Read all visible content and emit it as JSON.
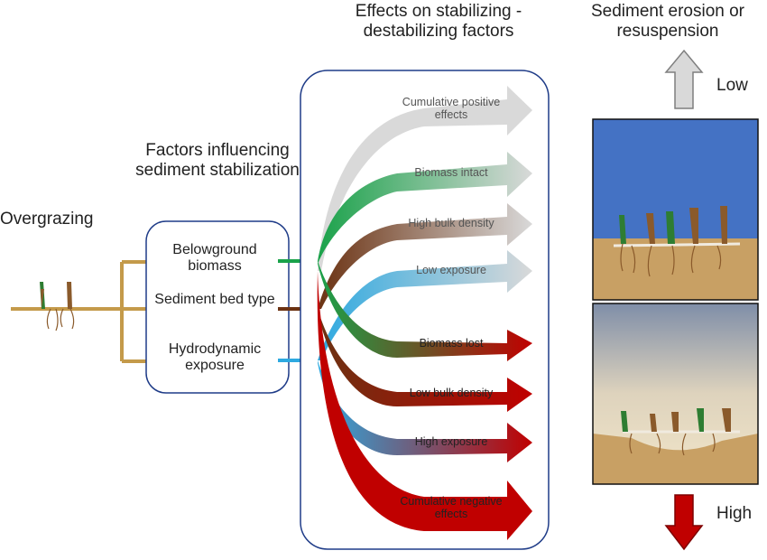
{
  "overgrazing": "Overgrazing",
  "factors_title": "Factors influencing sediment stabilization",
  "factors": [
    {
      "label": "Belowground biomass",
      "color": "#1aa24a"
    },
    {
      "label": "Sediment bed type",
      "color": "#6b3212"
    },
    {
      "label": "Hydrodynamic exposure",
      "color": "#2ea9e0"
    }
  ],
  "effects_title": "Effects on stabilizing - destabilizing factors",
  "positive_effects": [
    "Cumulative positive effects",
    "Biomass intact",
    "High bulk density",
    "Low exposure"
  ],
  "negative_effects": [
    "Biomass lost",
    "Low bulk density",
    "High exposure",
    "Cumulative negative effects"
  ],
  "erosion_title": "Sediment erosion or resuspension",
  "erosion_low": "Low",
  "erosion_high": "High",
  "colors": {
    "positive_arrow": "#d9d9d9",
    "negative_arrow": "#c00000",
    "water": "#4472c4",
    "sediment": "#c8a064",
    "root_branch": "#c49a4a",
    "box_border": "#1f3c88"
  }
}
